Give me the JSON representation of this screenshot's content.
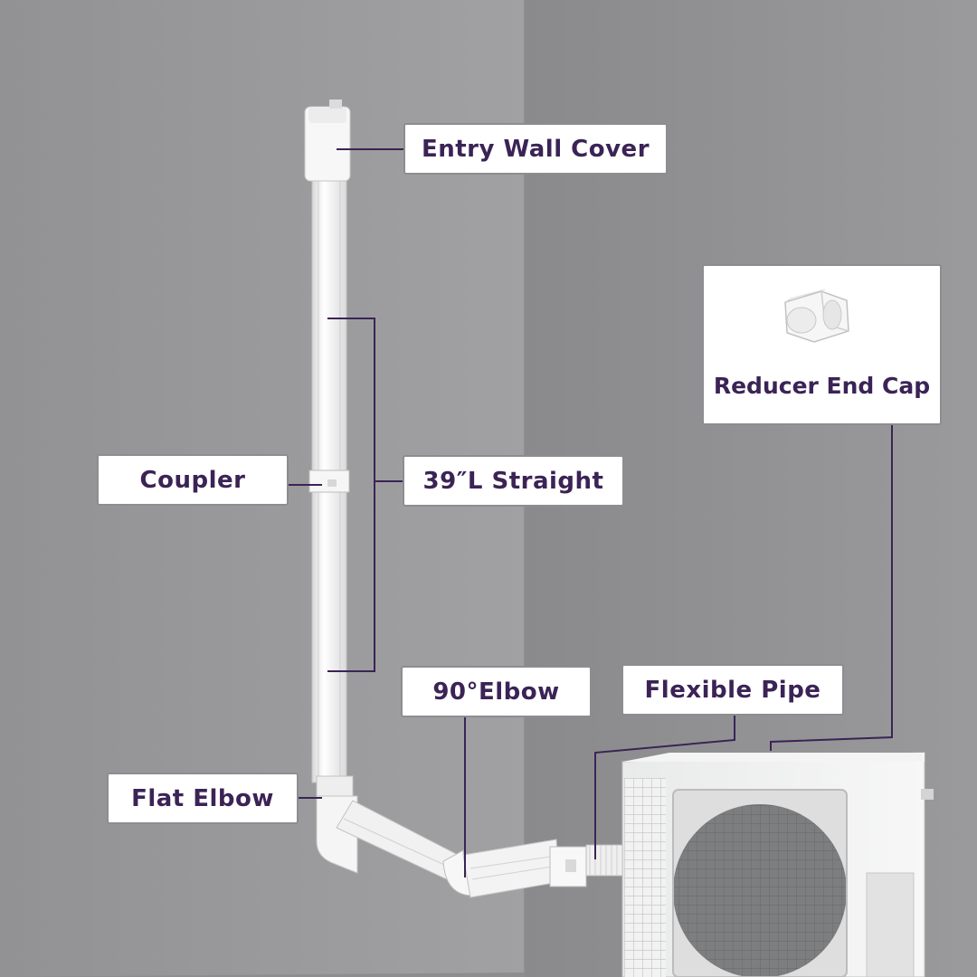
{
  "labels": {
    "entry_wall_cover": "Entry Wall Cover",
    "coupler": "Coupler",
    "straight": "39″L Straight",
    "elbow_90": "90°Elbow",
    "flexible_pipe": "Flexible Pipe",
    "flat_elbow": "Flat Elbow",
    "reducer_end_cap": "Reducer End Cap"
  },
  "colors": {
    "wall": "#9c9c9e",
    "leader_line": "#3b2356",
    "label_text": "#3b2356",
    "duct": "#f3f3f3"
  }
}
